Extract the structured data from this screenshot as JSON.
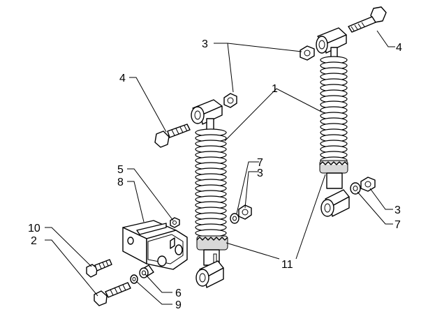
{
  "diagram": {
    "callouts": [
      {
        "id": "c-3-top",
        "label": "3"
      },
      {
        "id": "c-4-right",
        "label": "4"
      },
      {
        "id": "c-1",
        "label": "1"
      },
      {
        "id": "c-4-left",
        "label": "4"
      },
      {
        "id": "c-7-mid",
        "label": "7"
      },
      {
        "id": "c-3-mid",
        "label": "3"
      },
      {
        "id": "c-5",
        "label": "5"
      },
      {
        "id": "c-8",
        "label": "8"
      },
      {
        "id": "c-3-right",
        "label": "3"
      },
      {
        "id": "c-7-right",
        "label": "7"
      },
      {
        "id": "c-10",
        "label": "10"
      },
      {
        "id": "c-2",
        "label": "2"
      },
      {
        "id": "c-11",
        "label": "11"
      },
      {
        "id": "c-6",
        "label": "6"
      },
      {
        "id": "c-9",
        "label": "9"
      }
    ]
  }
}
